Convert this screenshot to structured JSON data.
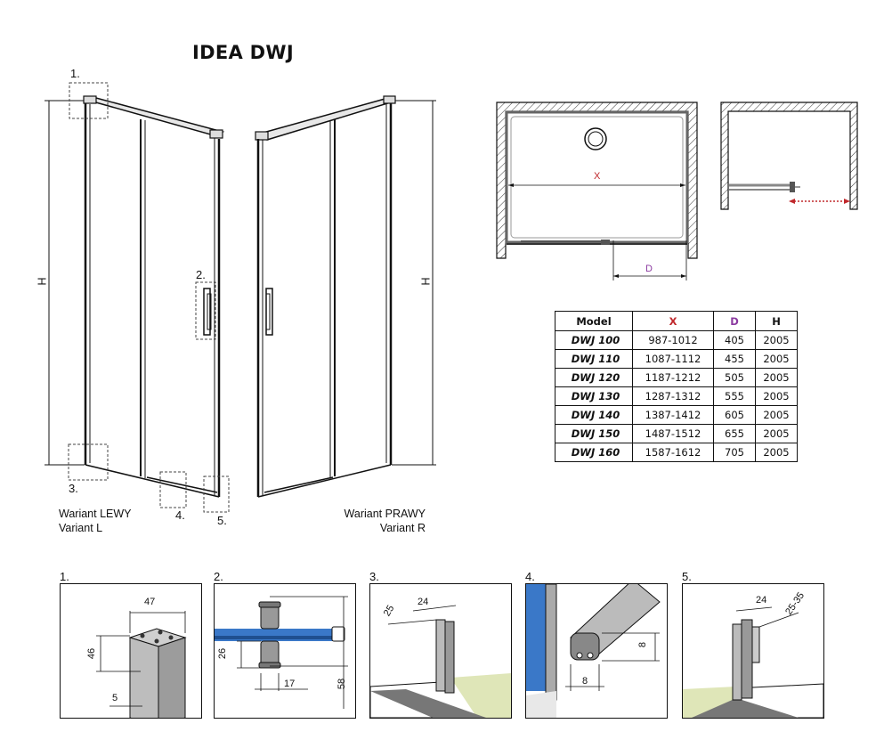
{
  "title": "IDEA DWJ",
  "variants": {
    "left_line1": "Wariant LEWY",
    "left_line2": "Variant L",
    "right_line1": "Wariant PRAWY",
    "right_line2": "Variant R"
  },
  "callouts": [
    "1.",
    "2.",
    "3.",
    "4.",
    "5."
  ],
  "height_label": "H",
  "plan": {
    "x_label": "X",
    "d_label": "D"
  },
  "table": {
    "headers": {
      "model": "Model",
      "x": "X",
      "d": "D",
      "h": "H"
    },
    "rows": [
      {
        "model": "DWJ 100",
        "x": "987-1012",
        "d": "405",
        "h": "2005"
      },
      {
        "model": "DWJ 110",
        "x": "1087-1112",
        "d": "455",
        "h": "2005"
      },
      {
        "model": "DWJ 120",
        "x": "1187-1212",
        "d": "505",
        "h": "2005"
      },
      {
        "model": "DWJ 130",
        "x": "1287-1312",
        "d": "555",
        "h": "2005"
      },
      {
        "model": "DWJ 140",
        "x": "1387-1412",
        "d": "605",
        "h": "2005"
      },
      {
        "model": "DWJ 150",
        "x": "1487-1512",
        "d": "655",
        "h": "2005"
      },
      {
        "model": "DWJ 160",
        "x": "1587-1612",
        "d": "705",
        "h": "2005"
      }
    ]
  },
  "details": {
    "d1": {
      "label": "1.",
      "dims": [
        "47",
        "46",
        "5"
      ]
    },
    "d2": {
      "label": "2.",
      "dims": [
        "26",
        "17",
        "58"
      ]
    },
    "d3": {
      "label": "3.",
      "dims": [
        "25",
        "24"
      ]
    },
    "d4": {
      "label": "4.",
      "dims": [
        "8",
        "8"
      ]
    },
    "d5": {
      "label": "5.",
      "dims": [
        "24",
        "25-35"
      ]
    }
  },
  "colors": {
    "x_red": "#c0282c",
    "d_purple": "#8b3aa0",
    "glass_blue": "#3a78c8",
    "floor_green": "#dfe6b8"
  }
}
